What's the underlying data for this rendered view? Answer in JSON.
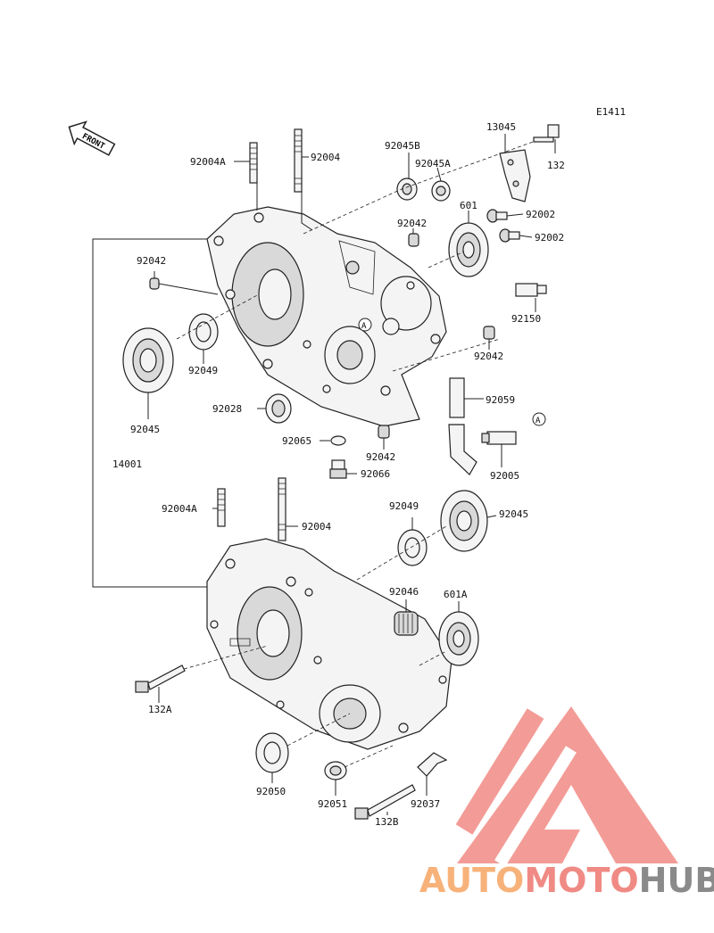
{
  "diagram_code": "E1411",
  "front_label": "FRONT",
  "ref_marker": "A",
  "labels": {
    "p92004A_top": "92004A",
    "p92004_top": "92004",
    "p92045B": "92045B",
    "p92045A": "92045A",
    "p13045": "13045",
    "p132": "132",
    "p92002_a": "92002",
    "p92002_b": "92002",
    "p92042_a": "92042",
    "p601": "601",
    "p92042_b": "92042",
    "p92150": "92150",
    "p92042_c": "92042",
    "p92049_top": "92049",
    "p92045_left": "92045",
    "p92028": "92028",
    "p92059": "92059",
    "p92065": "92065",
    "p92042_d": "92042",
    "p92005": "92005",
    "p14001": "14001",
    "p92066": "92066",
    "p92004A_bot": "92004A",
    "p92004_bot": "92004",
    "p92049_bot": "92049",
    "p92045_right": "92045",
    "p92046": "92046",
    "p601A": "601A",
    "p132A": "132A",
    "p92050": "92050",
    "p92051": "92051",
    "p92037": "92037",
    "p132B": "132B"
  },
  "watermark": {
    "part1": "AUTO",
    "part2": "MOTO",
    "part3": "HUB",
    "color1": "#f7b27a",
    "color2": "#f08a84",
    "color3": "#8a8a8a"
  },
  "colors": {
    "line": "#222222",
    "logo": "#f28b85"
  }
}
